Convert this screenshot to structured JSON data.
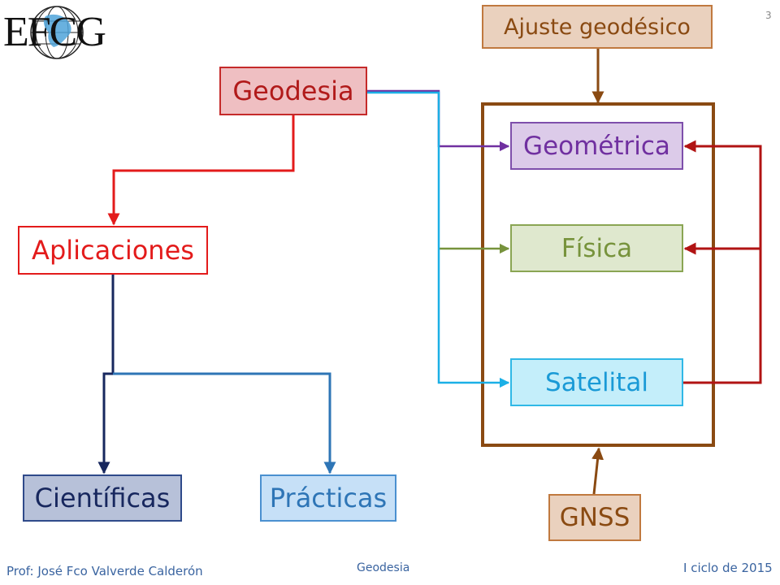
{
  "slide": {
    "number": "3",
    "logo_text": "EFCG"
  },
  "nodes": {
    "ajuste": "Ajuste geodésico",
    "geodesia": "Geodesia",
    "geometrica": "Geométrica",
    "fisica": "Física",
    "satelital": "Satelital",
    "aplicaciones": "Aplicaciones",
    "cientificas": "Científicas",
    "practicas": "Prácticas",
    "gnss": "GNSS"
  },
  "footer": {
    "author": "Prof: José Fco Valverde Calderón",
    "course": "Geodesia",
    "term": "I ciclo de 2015"
  },
  "colors": {
    "red": "#e31b1b",
    "dark_red": "#b11313",
    "brown": "#8a4a12",
    "purple": "#7030a0",
    "green": "#77933c",
    "cyan": "#1bb0e6",
    "navy": "#17275e",
    "blue": "#2e75b6"
  }
}
